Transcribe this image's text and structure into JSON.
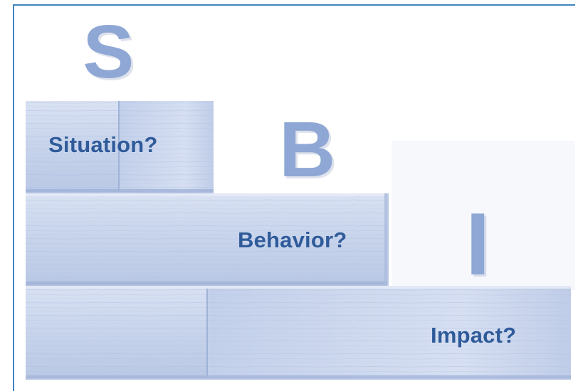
{
  "big_letters": {
    "s": "S",
    "b": "B",
    "i": "I"
  },
  "blocks": {
    "situation_label": "Situation?",
    "behavior_label": "Behavior?",
    "impact_label": "Impact?"
  },
  "colors": {
    "border": "#3f86c0",
    "block_fill": "#c8d4ec",
    "block_shadow": "#a8b8dd",
    "text": "#2f5b9a",
    "big_letter": "#8fa7d4"
  }
}
